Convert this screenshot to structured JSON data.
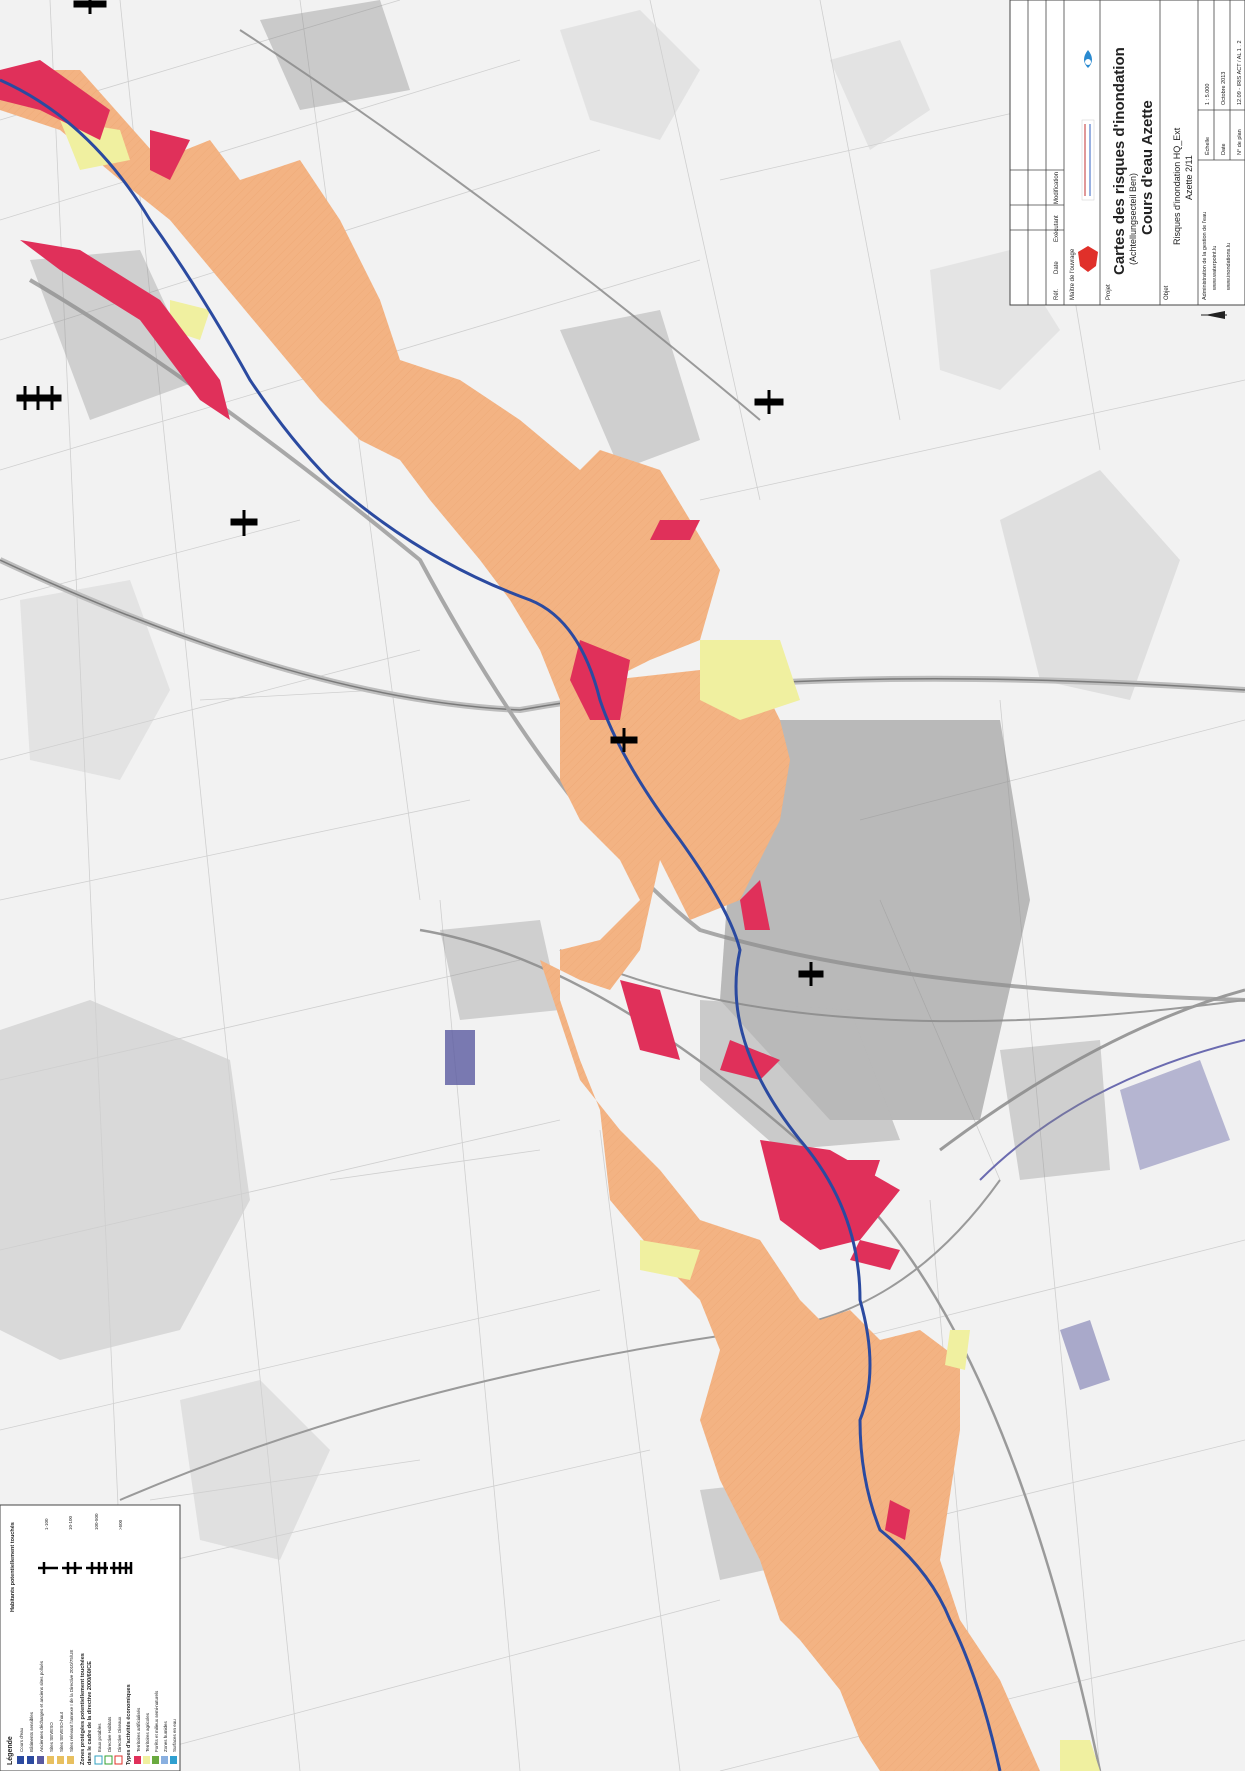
{
  "colors": {
    "background": "#f2f2f2",
    "parcel_line": "#cfcfcf",
    "road": "#9a9a9a",
    "flood_zone": "#f3b383",
    "activity_zone": "#e0305a",
    "agriculture_zone": "#f0f0a0",
    "river": "#2b4aa0",
    "forest": "#d7d7d7"
  },
  "title_block": {
    "header_cols": [
      "Réf.",
      "Date",
      "Exécutant",
      "Modification"
    ],
    "owner_label": "Maître de l'ouvrage",
    "project_label": "Projet",
    "title_main": "Cartes des risques d'inondation",
    "title_sub": "(Achtellungsecteil Ben)",
    "course_title": "Cours d'eau Azette",
    "object_label": "Objet",
    "object_value": "Risques d'inondation HQ_Ext",
    "object_sheet": "Azette  2/11",
    "admin_label": "Administration de la gestion de l'eau",
    "admin_url": "www.waterpoint.lu",
    "admin_url2": "www.inondations.lu",
    "echelle_label": "Échelle",
    "echelle_value": "1 : 5.000",
    "date_label": "Date",
    "date_value": "Octobre 2013",
    "plan_label": "N° de plan",
    "plan_value": "12.09 - IRIS ACT / AL 1 . 2"
  },
  "legend": {
    "title": "Légende",
    "items": [
      "Cours d'eau",
      "Bâtiments sensibles",
      "Anciennes décharges et anciens sites pollués",
      "Sites SEVESO",
      "Sites SEVESO-haut",
      "Sites relevant l'annexe I de la Directive 2010/75/UE"
    ],
    "protected_title": "Zones protégées potentiellement touchées",
    "protected_subtitle": "dans le cadre de la directive 2000/60/CE",
    "protected_items": [
      "Eaux potables",
      "Directive Habitats",
      "Directive Oiseaux"
    ],
    "activity_title": "Types d'activités économiques",
    "activity_items": [
      "Territoires artificialisés",
      "Territoires agricoles",
      "Forêts et milieux semi-naturels",
      "Zones humides",
      "Surfaces en eau"
    ],
    "inhabitants_title": "Habitants potentiellement touchés",
    "inhabitants_items": [
      "1-100",
      "10-100",
      "100-500",
      ">500"
    ]
  }
}
